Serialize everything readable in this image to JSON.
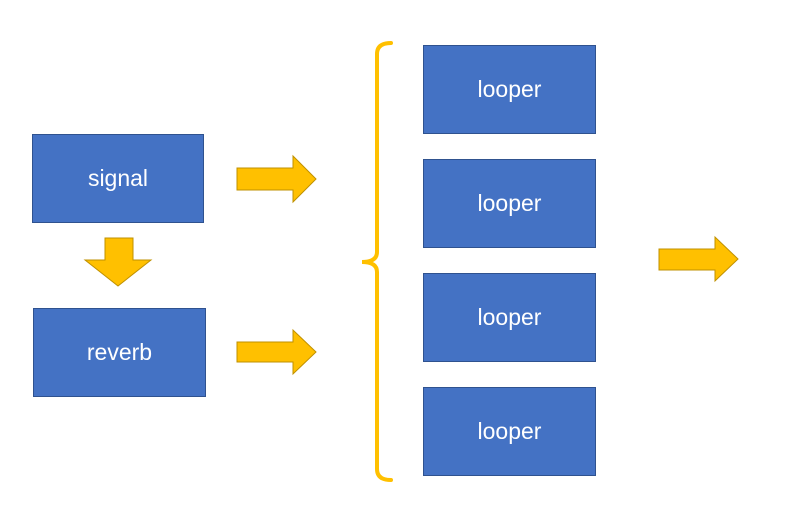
{
  "diagram": {
    "source_label": "signal",
    "effect_label": "reverb",
    "loopers": [
      {
        "label": "looper"
      },
      {
        "label": "looper"
      },
      {
        "label": "looper"
      },
      {
        "label": "looper"
      }
    ],
    "colors": {
      "box_fill": "#4472c4",
      "box_border": "#2f528f",
      "arrow_fill": "#ffc000",
      "arrow_stroke": "#bf9000",
      "bracket": "#ffc000",
      "text": "#ffffff"
    }
  }
}
